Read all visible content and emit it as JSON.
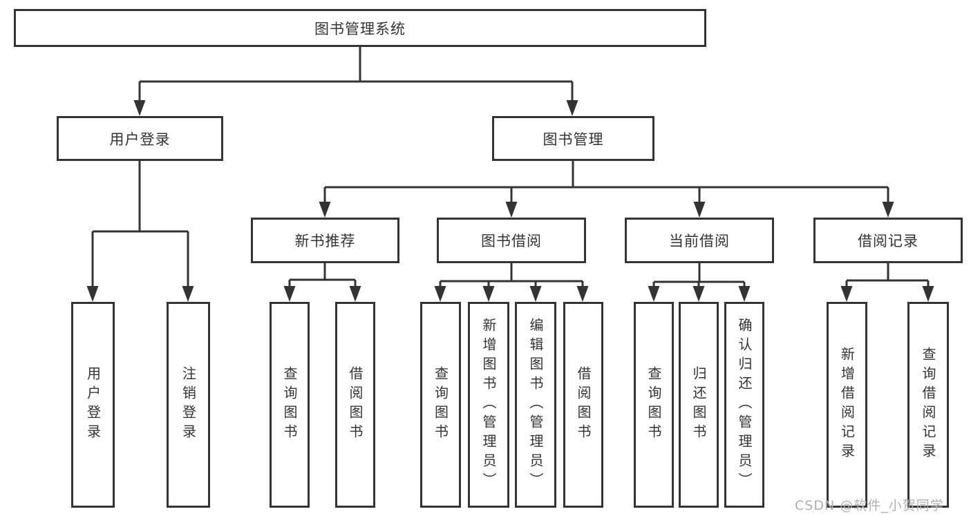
{
  "colors": {
    "line": "#333333",
    "text": "#333333",
    "bg": "#ffffff",
    "watermark": "#b0b0b0"
  },
  "watermark": {
    "text": "CSDN @软件_小贺同学"
  },
  "tree": {
    "label": "图书管理系统",
    "children": [
      {
        "label": "用户登录",
        "children": [
          {
            "label": "用户登录"
          },
          {
            "label": "注销登录"
          }
        ]
      },
      {
        "label": "图书管理",
        "children": [
          {
            "label": "新书推荐",
            "children": [
              {
                "label": "查询图书"
              },
              {
                "label": "借阅图书"
              }
            ]
          },
          {
            "label": "图书借阅",
            "children": [
              {
                "label": "查询图书"
              },
              {
                "label": "新增图书（管理员）"
              },
              {
                "label": "编辑图书（管理员）"
              },
              {
                "label": "借阅图书"
              }
            ]
          },
          {
            "label": "当前借阅",
            "children": [
              {
                "label": "查询图书"
              },
              {
                "label": "归还图书"
              },
              {
                "label": "确认归还（管理员）"
              }
            ]
          },
          {
            "label": "借阅记录",
            "children": [
              {
                "label": "新增借阅记录"
              },
              {
                "label": "查询借阅记录"
              }
            ]
          }
        ]
      }
    ]
  }
}
